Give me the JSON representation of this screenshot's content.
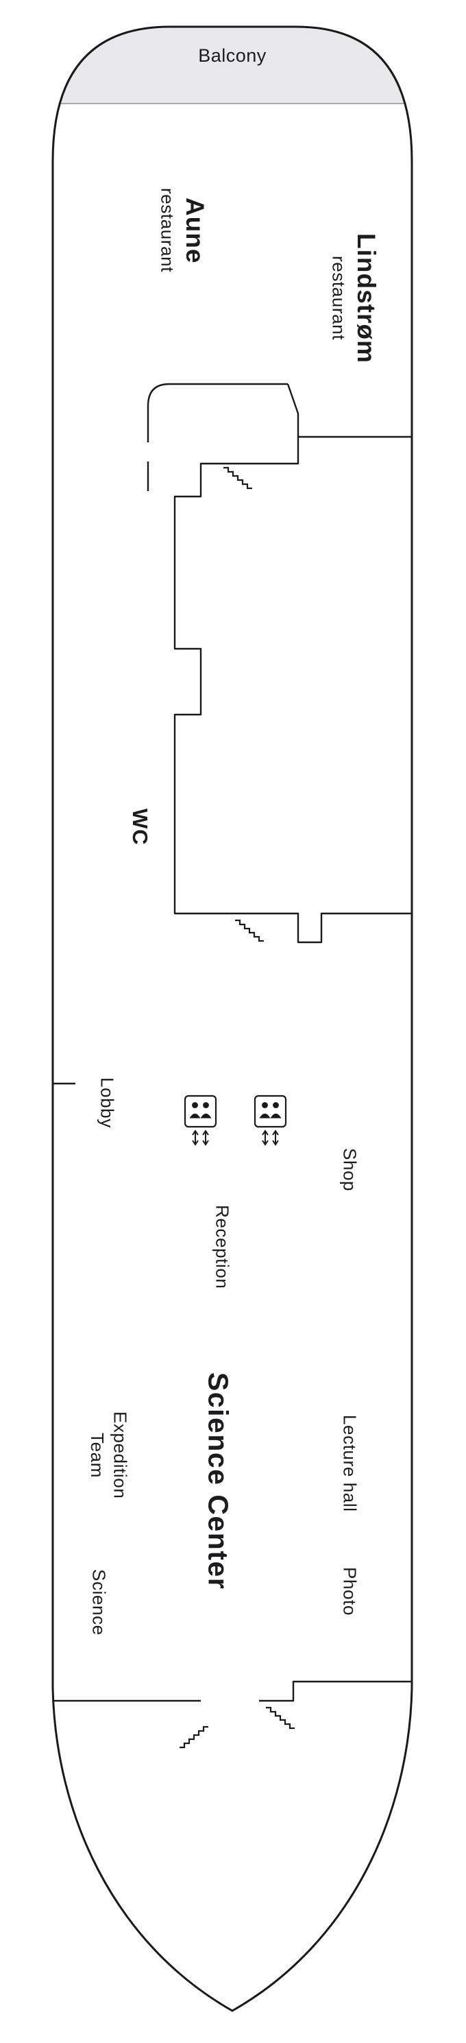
{
  "deck": {
    "areas": {
      "balcony": {
        "label": "Balcony"
      },
      "lindstrom_restaurant": {
        "name": "Lindstrøm",
        "type": "restaurant"
      },
      "aune_restaurant": {
        "name": "Aune",
        "type": "restaurant"
      },
      "wc": {
        "label": "WC"
      },
      "lobby": {
        "label": "Lobby"
      },
      "reception": {
        "label": "Reception"
      },
      "shop": {
        "label": "Shop"
      },
      "science_center": {
        "label": "Science Center"
      },
      "lecture_hall": {
        "label": "Lecture hall"
      },
      "expedition_team": {
        "line1": "Expedition",
        "line2": "Team"
      },
      "photo": {
        "label": "Photo"
      },
      "science": {
        "label": "Science"
      }
    },
    "icons": {
      "stairs": {
        "name": "stairs-icon",
        "count": 4,
        "glyph": "zigzag-steps"
      },
      "elevator": {
        "name": "elevator-icon",
        "count": 2,
        "glyph": "cabin-two-passengers-updown-arrows"
      }
    },
    "colors": {
      "outline": "#1a1a1a",
      "balcony_fill": "#e9e9ec",
      "divider": "#8e8e93",
      "text": "#1c1c1e",
      "background": "#ffffff"
    }
  }
}
